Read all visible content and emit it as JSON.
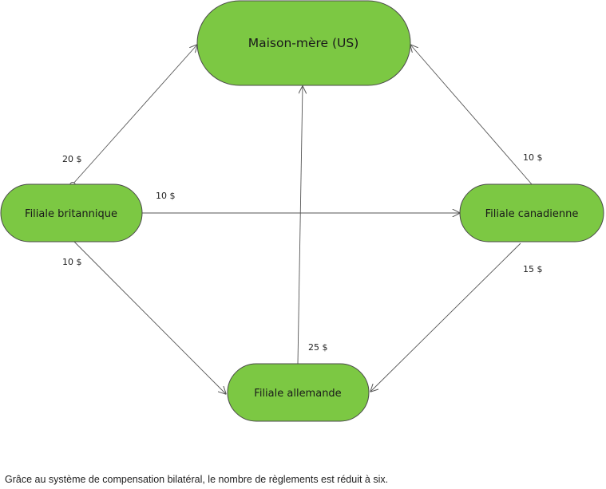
{
  "colors": {
    "node_fill": "#7cc843",
    "node_stroke": "#4a4a4a",
    "edge": "#555555"
  },
  "nodes": {
    "parent": "Maison-mère (US)",
    "uk": "Filiale britannique",
    "canada": "Filiale canadienne",
    "germany": "Filiale allemande"
  },
  "edges": {
    "uk_to_parent": "20 $",
    "uk_to_canada": "10 $",
    "uk_to_germany": "10 $",
    "canada_to_parent": "10 $",
    "canada_to_germany": "15 $",
    "germany_to_parent": "25 $"
  },
  "caption": "Grâce au système de compensation bilatéral, le nombre de règlements est réduit à six."
}
